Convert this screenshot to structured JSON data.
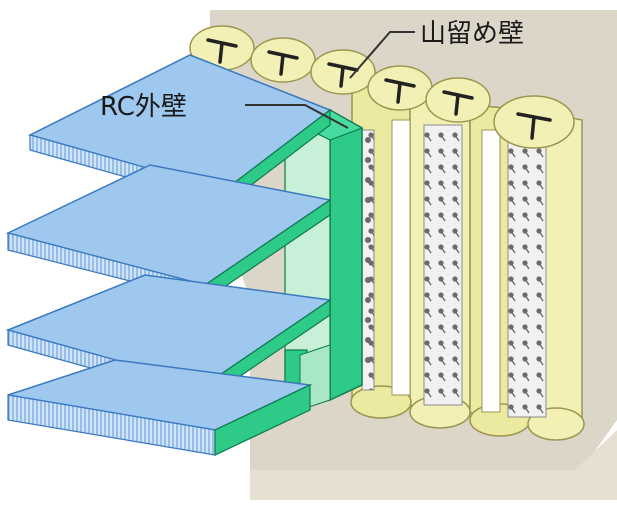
{
  "labels": {
    "retaining_wall": "山留め壁",
    "rc_exterior_wall": "RC外壁"
  },
  "colors": {
    "ground": "#dcd6c8",
    "pile_cap": "#f2f0b4",
    "pile_body": "#ece9a0",
    "pile_core": "#ffffff",
    "rc_frame": "#2ecb88",
    "rc_frame_dark": "#16a064",
    "rc_inner": "#c8f0d8",
    "slab_top": "#9ec8ee",
    "slab_edge": "#5c98d8",
    "anchor_bolt": "#666666",
    "leader_line": "#333333"
  },
  "icons": {
    "pile_head_marks": "T-shape"
  }
}
